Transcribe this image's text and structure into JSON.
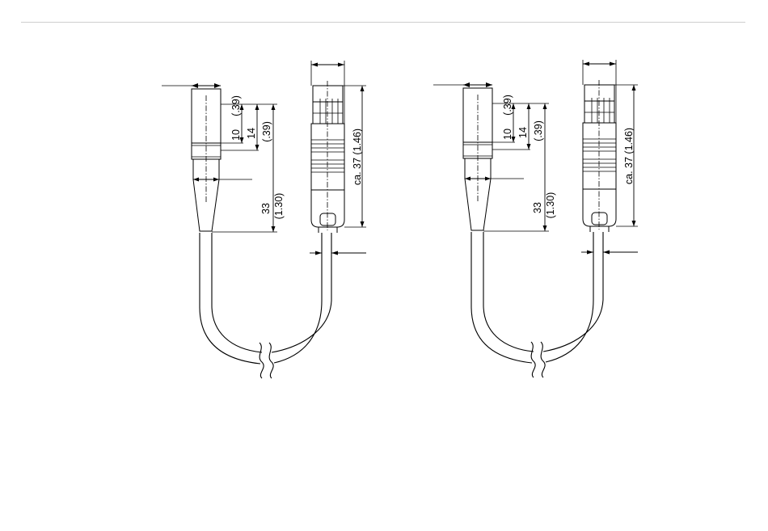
{
  "labels": {
    "dim_10": "10",
    "dim_10_in": "(.39)",
    "dim_14": "14",
    "dim_14_in": "(.39)",
    "dim_33": "33",
    "dim_33_in": "(1.30)",
    "dim_37": "ca. 37 (1.46)"
  },
  "colors": {
    "line": "#000000",
    "rule": "#cfcfcf",
    "background": "#ffffff"
  }
}
